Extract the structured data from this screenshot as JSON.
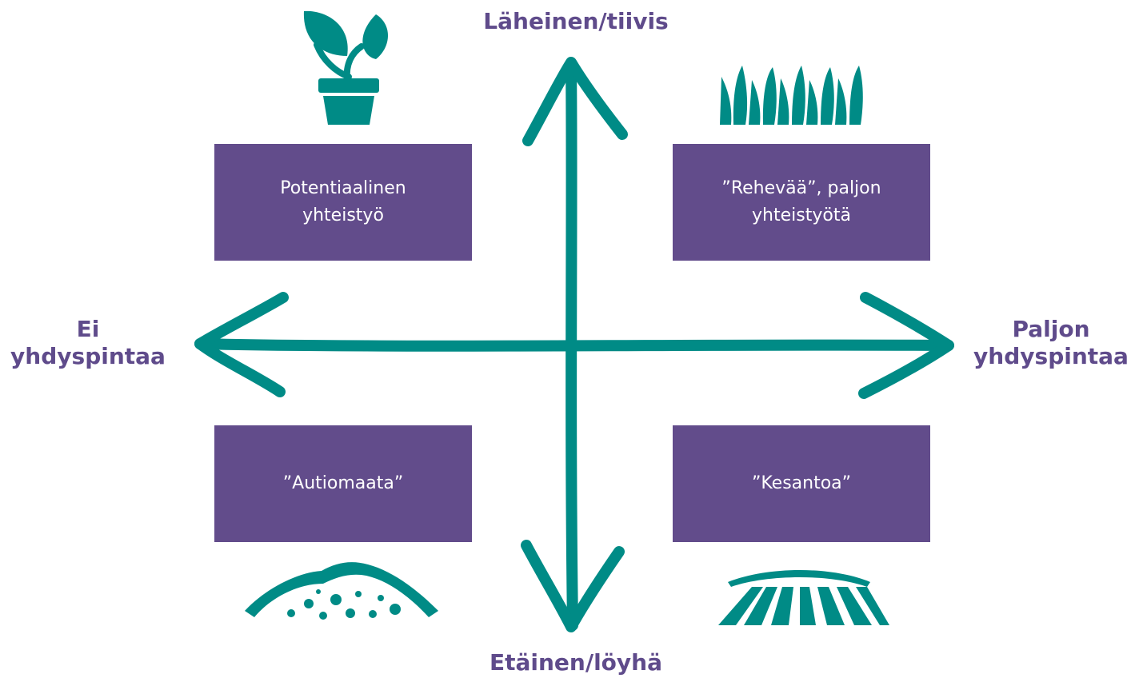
{
  "colors": {
    "accent": "#008b86",
    "box": "#624c8b",
    "label": "#5f4b8b",
    "box_text": "#ffffff"
  },
  "axes": {
    "top": "Läheinen/tiivis",
    "bottom": "Etäinen/löyhä",
    "left": "Ei\nyhdyspintaa",
    "right": "Paljon\nyhdyspintaa"
  },
  "quadrants": {
    "top_left": {
      "text": "Potentiaalinen\nyhteistyö",
      "icon": "potted-plant-icon"
    },
    "top_right": {
      "text": "”Rehevää”, paljon\nyhteistyötä",
      "icon": "grass-icon"
    },
    "bottom_left": {
      "text": "”Autiomaata”",
      "icon": "sand-mound-icon"
    },
    "bottom_right": {
      "text": "”Kesantoa”",
      "icon": "plowed-field-icon"
    }
  }
}
